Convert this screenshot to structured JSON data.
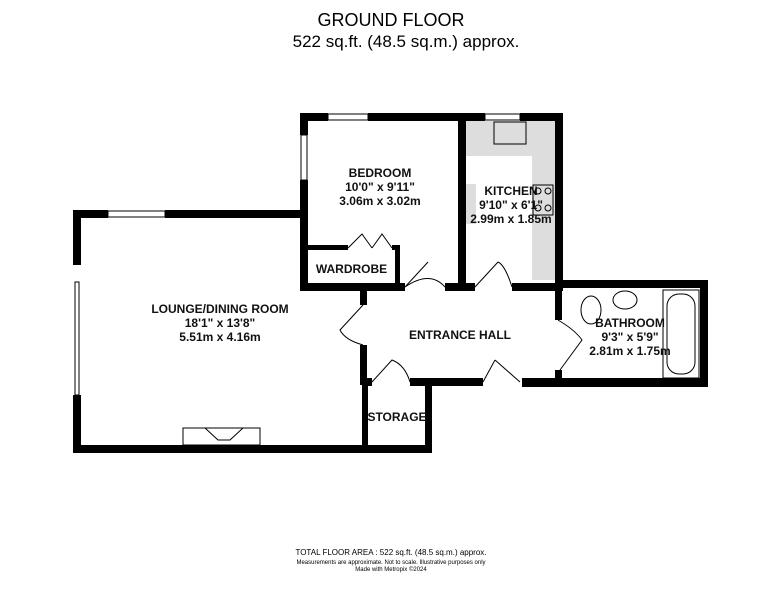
{
  "header": {
    "title": "GROUND FLOOR",
    "area": "522 sq.ft. (48.5 sq.m.) approx."
  },
  "rooms": [
    {
      "name": "BEDROOM",
      "imperial": "10'0\"  x 9'11\"",
      "metric": "3.06m  x 3.02m"
    },
    {
      "name": "KITCHEN",
      "imperial": "9'10\"  x 6'1\"",
      "metric": "2.99m  x 1.85m"
    },
    {
      "name": "LOUNGE/DINING ROOM",
      "imperial": "18'1\"  x 13'8\"",
      "metric": "5.51m  x 4.16m"
    },
    {
      "name": "BATHROOM",
      "imperial": "9'3\"  x 5'9\"",
      "metric": "2.81m  x 1.75m"
    }
  ],
  "labels": {
    "wardrobe": "WARDROBE",
    "entrance_hall": "ENTRANCE HALL",
    "storage": "STORAGE"
  },
  "footer": {
    "total": "TOTAL FLOOR AREA : 522 sq.ft. (48.5 sq.m.) approx.",
    "disclaimer": "Measurements are approximate.  Not to scale.  Illustrative purposes only",
    "credit": "Made with Metropix ©2024"
  }
}
